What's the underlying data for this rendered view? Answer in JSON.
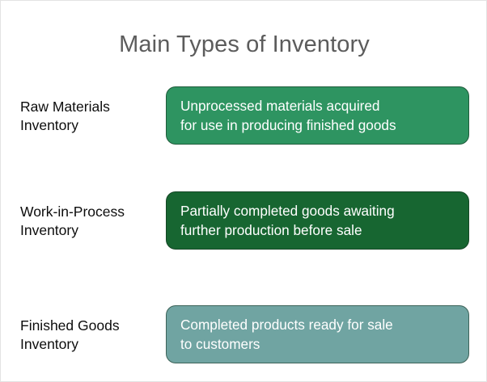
{
  "slide": {
    "title": "Main Types of Inventory",
    "title_color": "#5c5c5c",
    "background_color": "#ffffff",
    "rows": [
      {
        "label_line1": "Raw Materials",
        "label_line2": "Inventory",
        "label_color": "#0d0d0d",
        "box_color": "#2e9461",
        "box_text_color": "#ffffff",
        "box_line1": "Unprocessed materials acquired",
        "box_line2": "for use in producing finished goods"
      },
      {
        "label_line1": "Work-in-Process",
        "label_line2": "Inventory",
        "label_color": "#0d0d0d",
        "box_color": "#176631",
        "box_text_color": "#ffffff",
        "box_line1": "Partially completed goods awaiting",
        "box_line2": "further production before sale"
      },
      {
        "label_line1": "Finished Goods",
        "label_line2": "Inventory",
        "label_color": "#0d0d0d",
        "box_color": "#70a4a2",
        "box_text_color": "#ffffff",
        "box_line1": "Completed products ready for sale",
        "box_line2": "to customers"
      }
    ]
  }
}
